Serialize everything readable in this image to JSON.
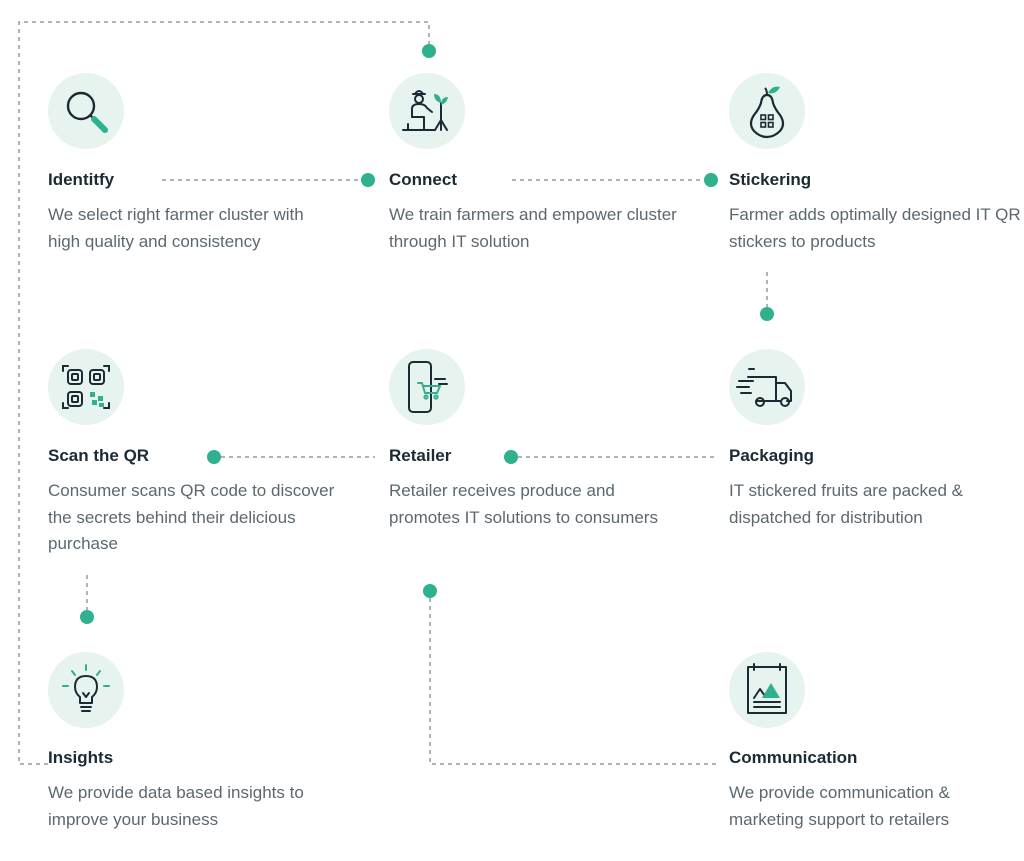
{
  "colors": {
    "accent": "#2fb08f",
    "icon_bg": "#e6f3ef",
    "dark": "#1c2b33",
    "text": "#5b6870",
    "line": "#7a868c"
  },
  "steps": [
    {
      "id": "identify",
      "title": "Identitfy",
      "desc": "We select right farmer cluster with high quality and consistency",
      "icon": "search-icon"
    },
    {
      "id": "connect",
      "title": "Connect",
      "desc": "We train farmers and empower cluster through IT solution",
      "icon": "farmer-plant-icon"
    },
    {
      "id": "stickering",
      "title": "Stickering",
      "desc": "Farmer adds optimally designed IT QR stickers to products",
      "icon": "pear-qr-icon"
    },
    {
      "id": "scan",
      "title": "Scan the QR",
      "desc": "Consumer scans QR code to discover the secrets behind their delicious purchase",
      "icon": "qr-scan-icon"
    },
    {
      "id": "retailer",
      "title": "Retailer",
      "desc": "Retailer receives produce and promotes IT solutions to consumers",
      "icon": "phone-cart-icon"
    },
    {
      "id": "packaging",
      "title": "Packaging",
      "desc": "IT stickered fruits are packed & dispatched for distribution",
      "icon": "delivery-truck-icon"
    },
    {
      "id": "insights",
      "title": "Insights",
      "desc": "We provide data based insights to improve your business",
      "icon": "lightbulb-icon"
    },
    {
      "id": "communication",
      "title": "Communication",
      "desc": "We provide communication & marketing support to retailers",
      "icon": "poster-icon"
    }
  ]
}
